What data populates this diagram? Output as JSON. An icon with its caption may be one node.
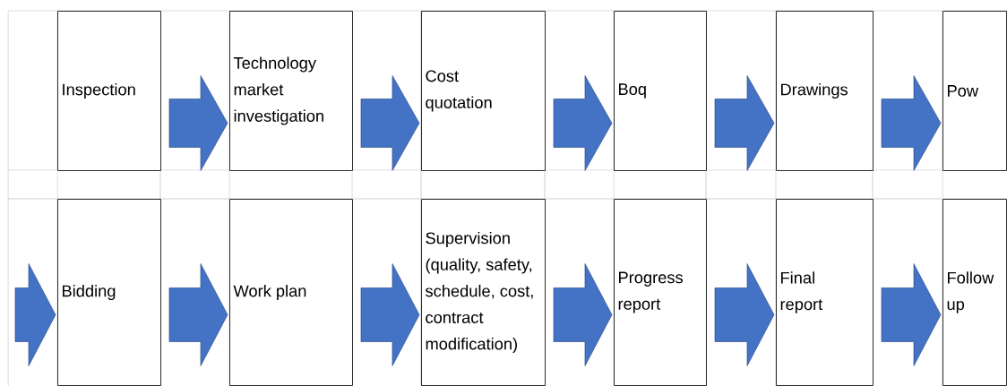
{
  "diagram": {
    "nodes": [
      {
        "text": [
          "Inspection"
        ]
      },
      {
        "text": [
          "Technology market investigation"
        ]
      },
      {
        "text": [
          "Cost quotation"
        ]
      },
      {
        "text": [
          "Boq"
        ]
      },
      {
        "text": [
          "Drawings"
        ]
      },
      {
        "text": [
          "Pow"
        ]
      },
      {
        "text": [
          "Bidding"
        ]
      },
      {
        "text": [
          "Work plan"
        ]
      },
      {
        "text": [
          "Supervision (quality, safety, schedule, cost, contract modification)"
        ]
      },
      {
        "text": [
          "Progress report"
        ]
      },
      {
        "text": [
          "Final report"
        ]
      },
      {
        "text": [
          "Follow up"
        ]
      }
    ],
    "edges": [
      {
        "from": 0,
        "to": 1,
        "arrow": "to"
      },
      {
        "from": 1,
        "to": 2,
        "arrow": "to"
      },
      {
        "from": 2,
        "to": 3,
        "arrow": "to"
      },
      {
        "from": 3,
        "to": 4,
        "arrow": "to"
      },
      {
        "from": 4,
        "to": 5,
        "arrow": "to"
      },
      {
        "from": null,
        "to": 6,
        "arrow": "to"
      },
      {
        "from": 6,
        "to": 7,
        "arrow": "to"
      },
      {
        "from": 7,
        "to": 8,
        "arrow": "to"
      },
      {
        "from": 8,
        "to": 9,
        "arrow": "to"
      },
      {
        "from": 9,
        "to": 10,
        "arrow": "to"
      },
      {
        "from": 10,
        "to": 11,
        "arrow": "to"
      }
    ]
  }
}
